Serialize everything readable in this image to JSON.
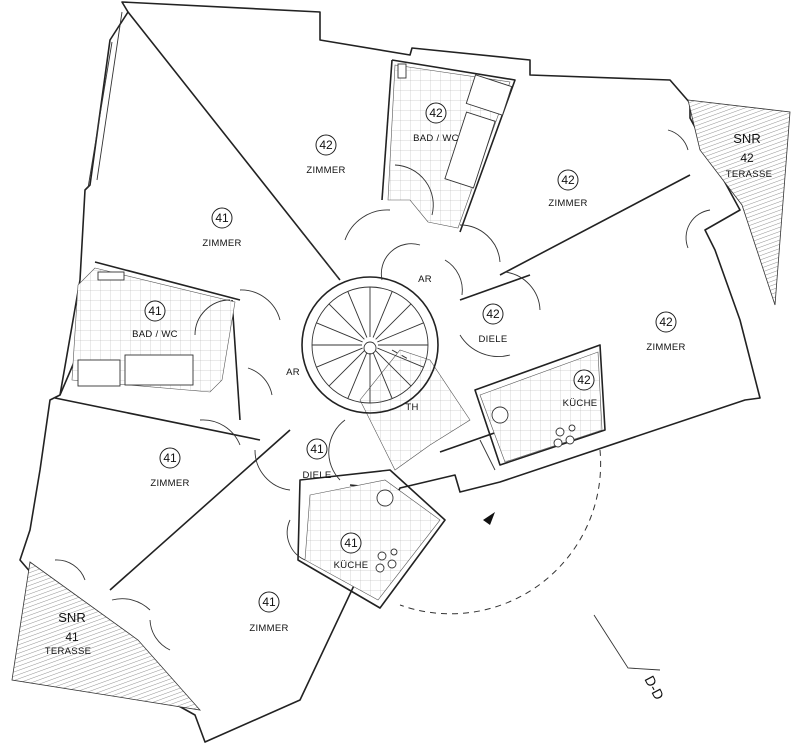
{
  "rooms": [
    {
      "id": "zimmer-41-top",
      "unit": "41",
      "label": "ZIMMER"
    },
    {
      "id": "zimmer-42-top",
      "unit": "42",
      "label": "ZIMMER"
    },
    {
      "id": "bad-42",
      "unit": "42",
      "label": "BAD / WC"
    },
    {
      "id": "zimmer-42-right",
      "unit": "42",
      "label": "ZIMMER"
    },
    {
      "id": "zimmer-42-east",
      "unit": "42",
      "label": "ZIMMER"
    },
    {
      "id": "diele-42",
      "unit": "42",
      "label": "DIELE"
    },
    {
      "id": "kueche-42",
      "unit": "42",
      "label": "KÜCHE"
    },
    {
      "id": "bad-41",
      "unit": "41",
      "label": "BAD / WC"
    },
    {
      "id": "zimmer-41-left",
      "unit": "41",
      "label": "ZIMMER"
    },
    {
      "id": "diele-41",
      "unit": "41",
      "label": "DIELE"
    },
    {
      "id": "kueche-41",
      "unit": "41",
      "label": "KÜCHE"
    },
    {
      "id": "zimmer-41-bottom",
      "unit": "41",
      "label": "ZIMMER"
    }
  ],
  "small_labels": {
    "ar_left": "AR",
    "ar_right": "AR",
    "stair": "TH"
  },
  "terraces": [
    {
      "id": "terrace-42",
      "title": "SNR",
      "unit": "42",
      "label": "TERASSE"
    },
    {
      "id": "terrace-41",
      "title": "SNR",
      "unit": "41",
      "label": "TERASSE"
    }
  ],
  "section_marker": "D-D"
}
